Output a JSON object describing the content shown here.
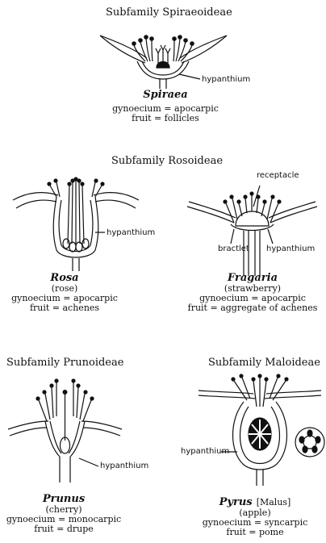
{
  "subfamilies": {
    "spiraeoideae": {
      "title": "Subfamily Spiraeoideae",
      "genus": "Spiraea",
      "gynoecium": "gynoecium = apocarpic",
      "fruit": "fruit = follicles",
      "labels": {
        "hypanthium": "hypanthium"
      }
    },
    "rosoideae": {
      "title": "Subfamily Rosoideae",
      "rosa": {
        "genus": "Rosa",
        "common": "(rose)",
        "gynoecium": "gynoecium = apocarpic",
        "fruit": "fruit = achenes",
        "labels": {
          "hypanthium": "hypanthium"
        }
      },
      "fragaria": {
        "genus": "Fragaria",
        "common": "(strawberry)",
        "gynoecium": "gynoecium = apocarpic",
        "fruit": "fruit = aggregate of achenes",
        "labels": {
          "receptacle": "receptacle",
          "bractlet": "bractlet",
          "hypanthium": "hypanthium"
        }
      }
    },
    "prunoideae": {
      "title": "Subfamily Prunoideae",
      "genus": "Prunus",
      "common": "(cherry)",
      "gynoecium": "gynoecium = monocarpic",
      "fruit": "fruit = drupe",
      "labels": {
        "hypanthium": "hypanthium"
      }
    },
    "maloideae": {
      "title": "Subfamily Maloideae",
      "genus": "Pyrus",
      "genus_alt": "[Malus]",
      "common": "(apple)",
      "gynoecium": "gynoecium = syncarpic",
      "fruit": "fruit = pome",
      "labels": {
        "hypanthium": "hypanthium"
      }
    }
  }
}
